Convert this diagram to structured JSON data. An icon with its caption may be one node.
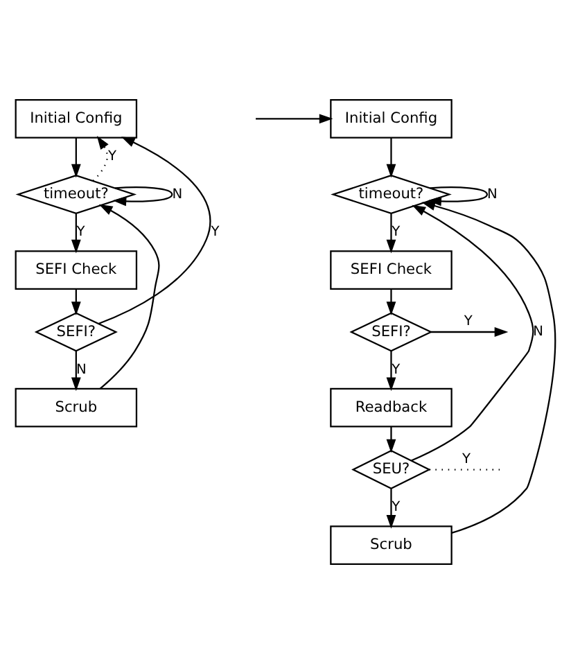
{
  "diagram": {
    "nodes": [
      {
        "text": [
          "Initial Config"
        ]
      },
      {
        "text": [
          "timeout?"
        ]
      },
      {
        "text": [
          "SEFI Check"
        ]
      },
      {
        "text": [
          "SEFI?"
        ]
      },
      {
        "text": [
          "Scrub"
        ]
      },
      {
        "text": [
          "Initial Config"
        ]
      },
      {
        "text": [
          "timeout?"
        ]
      },
      {
        "text": [
          "SEFI Check"
        ]
      },
      {
        "text": [
          "SEFI?"
        ]
      },
      {
        "text": [
          "Readback"
        ]
      },
      {
        "text": [
          "SEU?"
        ]
      },
      {
        "text": [
          "Scrub"
        ]
      }
    ],
    "edges": [
      {
        "from": 0,
        "to": 1,
        "arrow": "to"
      },
      {
        "from": 1,
        "to": 0,
        "label": "Y",
        "arrow": "to",
        "style": "dashed"
      },
      {
        "from": 1,
        "to": 2,
        "label": "Y",
        "arrow": "to"
      },
      {
        "from": 1,
        "to": 1,
        "label": "N",
        "arrow": "to"
      },
      {
        "from": 2,
        "to": 3,
        "arrow": "to"
      },
      {
        "from": 3,
        "to": 0,
        "label": "Y",
        "arrow": "to"
      },
      {
        "from": 3,
        "to": 4,
        "label": "N",
        "arrow": "to"
      },
      {
        "from": 4,
        "to": 1,
        "arrow": "to"
      },
      {
        "from": null,
        "to": 5,
        "arrow": "to"
      },
      {
        "from": 5,
        "to": 6,
        "arrow": "to"
      },
      {
        "from": 6,
        "to": 7,
        "label": "Y",
        "arrow": "to"
      },
      {
        "from": 6,
        "to": 6,
        "label": "N",
        "arrow": "to"
      },
      {
        "from": 7,
        "to": 8,
        "arrow": "to"
      },
      {
        "from": 8,
        "to": null,
        "label": "Y",
        "arrow": "to"
      },
      {
        "from": 8,
        "to": 9,
        "label": "Y",
        "arrow": "to"
      },
      {
        "from": 9,
        "to": 10,
        "arrow": "to"
      },
      {
        "from": 10,
        "to": null,
        "label": "Y",
        "arrow": "none",
        "style": "dashed"
      },
      {
        "from": 10,
        "to": 11,
        "label": "Y",
        "arrow": "to"
      },
      {
        "from": 10,
        "to": 6,
        "label": "N",
        "arrow": "to"
      },
      {
        "from": 11,
        "to": 6,
        "arrow": "to"
      }
    ]
  }
}
